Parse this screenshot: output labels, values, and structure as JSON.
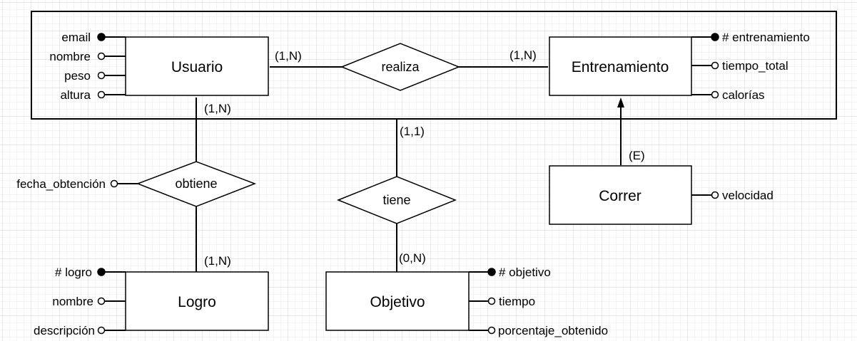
{
  "entities": {
    "usuario": "Usuario",
    "entrenamiento": "Entrenamiento",
    "correr": "Correr",
    "logro": "Logro",
    "objetivo": "Objetivo"
  },
  "relationships": {
    "realiza": "realiza",
    "obtiene": "obtiene",
    "tiene": "tiene"
  },
  "attributes": {
    "usuario": [
      "email",
      "nombre",
      "peso",
      "altura"
    ],
    "entrenamiento": [
      "# entrenamiento",
      "tiempo_total",
      "calorías"
    ],
    "correr": [
      "velocidad"
    ],
    "logro": [
      "# logro",
      "nombre",
      "descripción"
    ],
    "objetivo": [
      "# objetivo",
      "tiempo",
      "porcentaje_obtenido"
    ],
    "obtiene": [
      "fecha_obtención"
    ]
  },
  "cardinalities": {
    "usuario_realiza": "(1,N)",
    "realiza_entrenamiento": "(1,N)",
    "usuario_obtiene": "(1,N)",
    "obtiene_logro": "(1,N)",
    "aggregation_tiene": "(1,1)",
    "tiene_objetivo": "(0,N)",
    "specialization": "(E)"
  }
}
